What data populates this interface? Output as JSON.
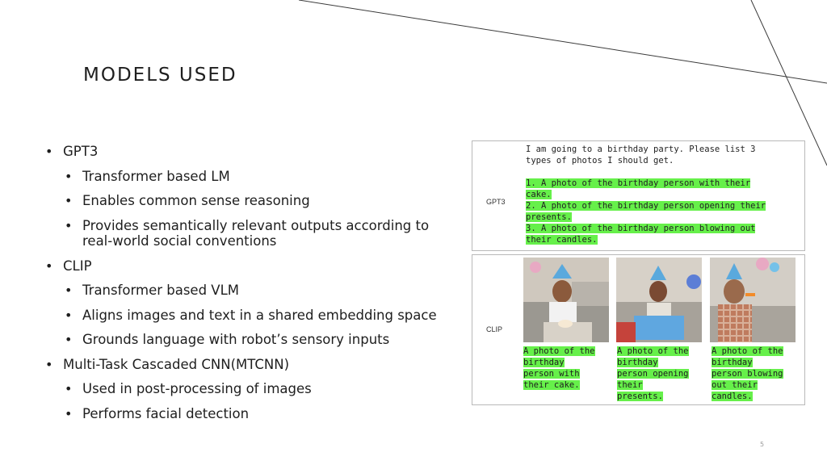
{
  "slide": {
    "title": "MODELS USED",
    "page_number": "5"
  },
  "bullets": [
    {
      "level": 1,
      "text": "GPT3"
    },
    {
      "level": 2,
      "text": "Transformer based LM"
    },
    {
      "level": 2,
      "text": "Enables common sense reasoning"
    },
    {
      "level": 2,
      "text": "Provides semantically relevant outputs according to real-world social conventions"
    },
    {
      "level": 1,
      "text": "CLIP"
    },
    {
      "level": 2,
      "text": "Transformer based VLM"
    },
    {
      "level": 2,
      "text": "Aligns images and text in a shared embedding space"
    },
    {
      "level": 2,
      "text": "Grounds language with robot’s sensory inputs"
    },
    {
      "level": 1,
      "text": "Multi-Task Cascaded CNN(MTCNN)"
    },
    {
      "level": 2,
      "text": "Used in post-processing of images"
    },
    {
      "level": 2,
      "text": "Performs facial detection"
    }
  ],
  "figure": {
    "gpt3_label": "GPT3",
    "clip_label": "CLIP",
    "prompt_line1": "I am going to a birthday party. Please list 3",
    "prompt_line2": "types of photos I should get.",
    "answers": [
      "1. A photo of the birthday person with their",
      "cake.",
      "2. A photo of the birthday person opening their",
      "presents.",
      "3. A photo of the birthday person blowing out",
      "their candles."
    ],
    "captions": [
      [
        "A photo of the",
        "birthday",
        "person with",
        "their cake."
      ],
      [
        "A photo of the",
        "birthday",
        "person opening",
        "their",
        "presents."
      ],
      [
        "A photo of the",
        "birthday",
        "person blowing",
        "out their",
        "candles."
      ]
    ]
  }
}
